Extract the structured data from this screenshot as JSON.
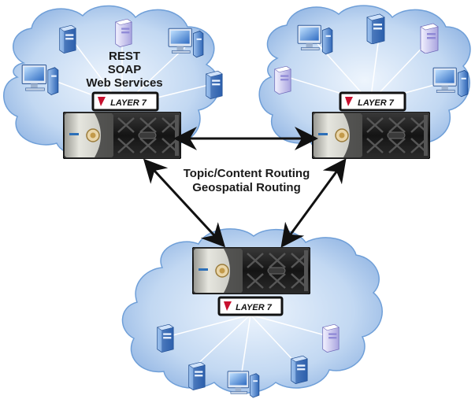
{
  "labels": {
    "protocols": [
      "REST",
      "SOAP",
      "Web Services"
    ],
    "routing": [
      "Topic/Content Routing",
      "Geospatial Routing"
    ]
  },
  "brand": {
    "badge_text": "LAYER 7"
  },
  "colors": {
    "cloud_fill_edge": "#8fb3e2",
    "cloud_fill_center": "#e8f1fb",
    "cloud_stroke": "#6f9fd8",
    "appliance_body": "#1b1b1b",
    "appliance_face": "#dcdcd6",
    "badge_red": "#c8102e",
    "monitor_screen": "#3f7fd1",
    "tower_blue": "#3c78c8",
    "tower_lavender": "#c9c6ee"
  },
  "icons": {
    "gateway": "layer7-gateway-appliance-icon",
    "badge": "layer7-badge-icon",
    "client_tower": "tower-pc-icon",
    "client_desktop": "desktop-computer-icon",
    "link": "double-arrow-icon"
  }
}
